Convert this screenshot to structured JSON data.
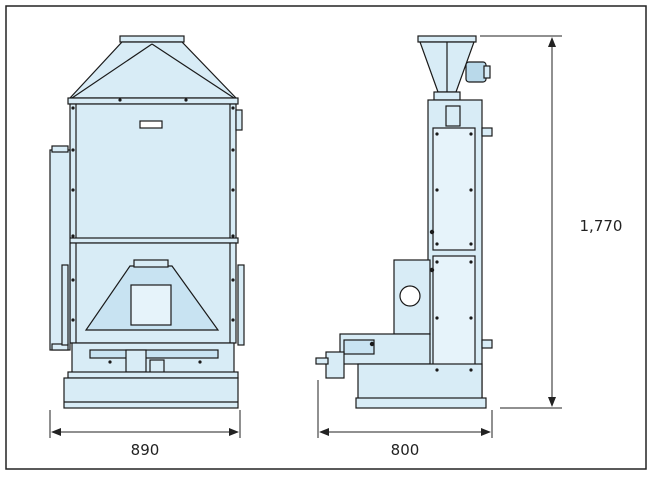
{
  "drawing": {
    "front_view_name": "front-elevation",
    "side_view_name": "side-elevation"
  },
  "dimensions": {
    "front_width": "890",
    "side_width": "800",
    "height": "1,770"
  },
  "colors": {
    "border": "#222222",
    "machine_fill": "#d8ecf6",
    "machine_fill_dark": "#b9d9ea",
    "outline": "#1a1a1a",
    "dimension_line": "#222222"
  }
}
